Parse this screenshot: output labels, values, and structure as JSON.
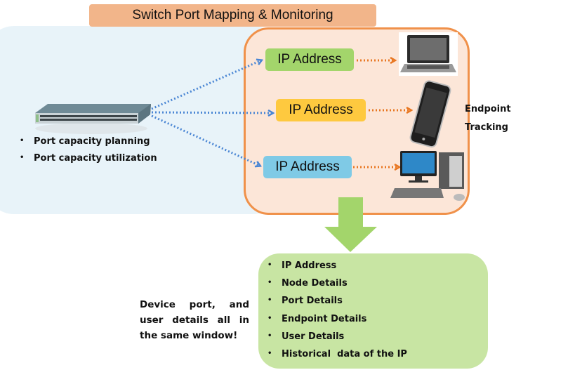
{
  "title": "Switch Port Mapping & Monitoring",
  "switch": {
    "icon": "network-switch-icon",
    "bullets": [
      "Port capacity planning",
      "Port capacity utilization"
    ]
  },
  "endpoints": {
    "label_line1": "Endpoint",
    "label_line2": "Tracking",
    "items": [
      {
        "ip_label": "IP Address",
        "color": "#a3d56b",
        "device": "laptop-icon"
      },
      {
        "ip_label": "IP Address",
        "color": "#fec93f",
        "device": "smartphone-icon"
      },
      {
        "ip_label": "IP Address",
        "color": "#7fcae6",
        "device": "desktop-computer-icon"
      }
    ]
  },
  "details": {
    "items": [
      "IP Address",
      "Node Details",
      "Port Details",
      "Endpoint Details",
      "User Details",
      "Historical  data of the IP"
    ]
  },
  "note": "Device port, and user details all in the same window!",
  "colors": {
    "switch_link": "#4a86d4",
    "endpoint_link": "#e87722",
    "flow_arrow": "#a3d56b",
    "endpoint_border": "#f0914a"
  }
}
